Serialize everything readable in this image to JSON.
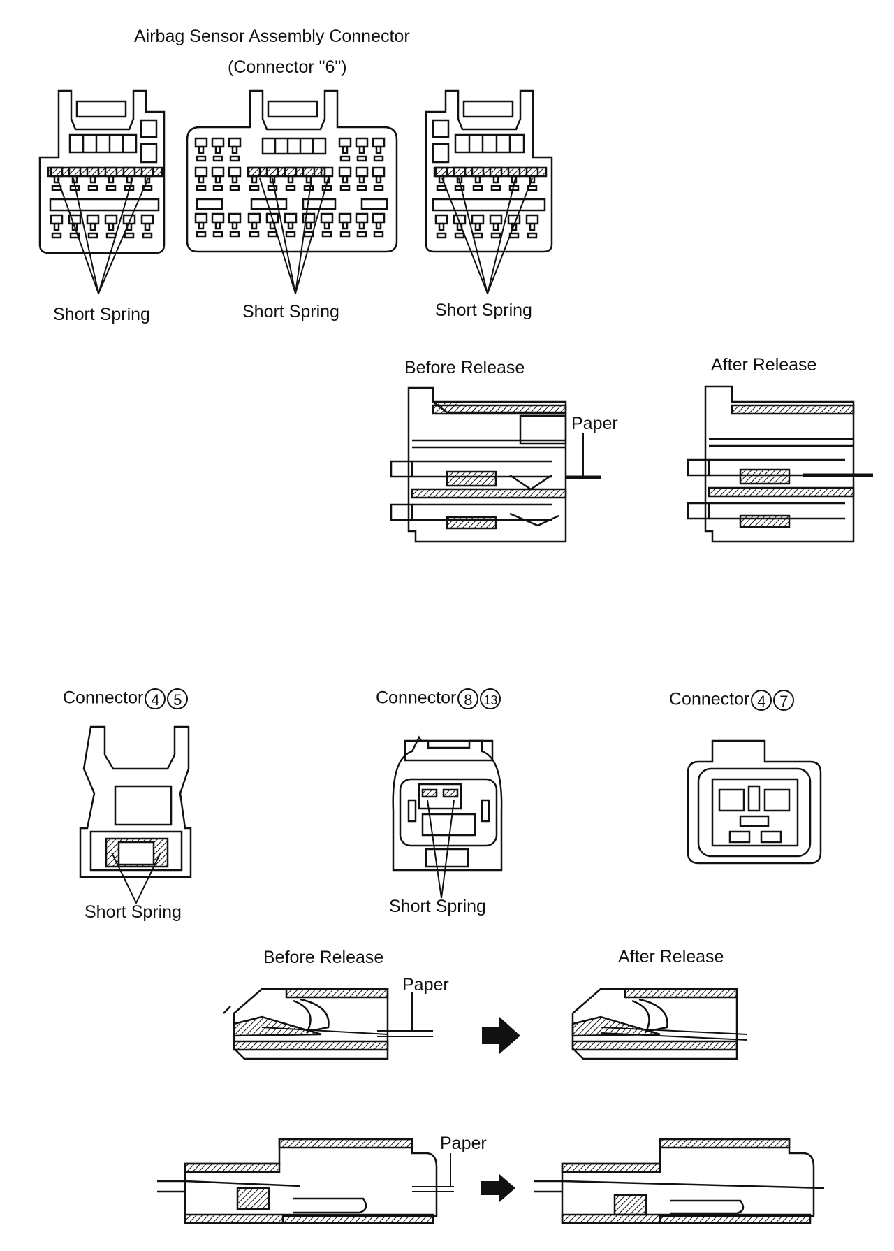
{
  "title_line1": "Airbag Sensor Assembly Connector",
  "title_line2": "(Connector \"6\")",
  "short_spring": "Short Spring",
  "before_release": "Before Release",
  "after_release": "After Release",
  "paper": "Paper",
  "connector_word": "Connector",
  "connector_a": [
    "4",
    "5"
  ],
  "connector_b": [
    "8",
    "13"
  ],
  "connector_c": [
    "4",
    "7"
  ]
}
